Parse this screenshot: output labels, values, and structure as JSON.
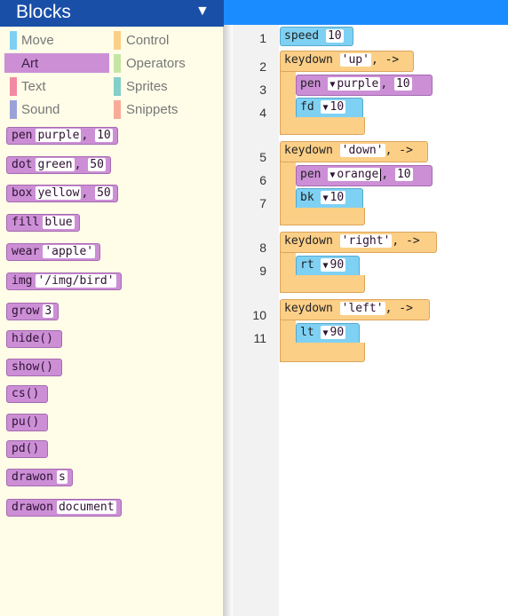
{
  "palette": {
    "title": "Blocks",
    "caret": "▼",
    "categories": [
      {
        "label": "Move",
        "color": "#7fd1f4"
      },
      {
        "label": "Control",
        "color": "#fccf87"
      },
      {
        "label": "Art",
        "color": "#cc8fd6"
      },
      {
        "label": "Operators",
        "color": "#c6e5a5"
      },
      {
        "label": "Text",
        "color": "#f28aa3"
      },
      {
        "label": "Sprites",
        "color": "#83cfc9"
      },
      {
        "label": "Sound",
        "color": "#9aa3d8"
      },
      {
        "label": "Snippets",
        "color": "#f9ab98"
      }
    ],
    "active_category": "Art",
    "blocks": [
      {
        "kw": "pen",
        "args": [
          "purple",
          "10"
        ]
      },
      {
        "kw": "dot",
        "args": [
          "green",
          "50"
        ]
      },
      {
        "kw": "box",
        "args": [
          "yellow",
          "50"
        ]
      },
      {
        "kw": "fill",
        "args": [
          "blue"
        ]
      },
      {
        "kw": "wear",
        "args": [
          "'apple'"
        ]
      },
      {
        "kw": "img",
        "args": [
          "'/img/bird'"
        ]
      },
      {
        "kw": "grow",
        "args": [
          "3"
        ]
      },
      {
        "kw": "hide()",
        "args": []
      },
      {
        "kw": "show()",
        "args": []
      },
      {
        "kw": "cs()",
        "args": []
      },
      {
        "kw": "pu()",
        "args": []
      },
      {
        "kw": "pd()",
        "args": []
      },
      {
        "kw": "drawon",
        "args": [
          "s"
        ]
      },
      {
        "kw": "drawon",
        "args": [
          "document"
        ]
      }
    ]
  },
  "editor": {
    "line_numbers": [
      "1",
      "2",
      "3",
      "4",
      "5",
      "6",
      "7",
      "8",
      "9",
      "10",
      "11"
    ],
    "speed": {
      "kw": "speed",
      "value": "10"
    },
    "handlers": [
      {
        "kw": "keydown",
        "key": "'up'",
        "arrow": "->",
        "body": [
          {
            "kw": "pen",
            "sel": "purple",
            "val": "10",
            "type": "purple"
          },
          {
            "kw": "fd",
            "sel": "10",
            "type": "blue"
          }
        ]
      },
      {
        "kw": "keydown",
        "key": "'down'",
        "arrow": "->",
        "body": [
          {
            "kw": "pen",
            "sel": "orange",
            "val": "10",
            "type": "purple"
          },
          {
            "kw": "bk",
            "sel": "10",
            "type": "blue"
          }
        ]
      },
      {
        "kw": "keydown",
        "key": "'right'",
        "arrow": "->",
        "body": [
          {
            "kw": "rt",
            "sel": "90",
            "type": "blue"
          }
        ]
      },
      {
        "kw": "keydown",
        "key": "'left'",
        "arrow": "->",
        "body": [
          {
            "kw": "lt",
            "sel": "90",
            "type": "blue"
          }
        ]
      }
    ],
    "dropdown_glyph": "▼"
  }
}
